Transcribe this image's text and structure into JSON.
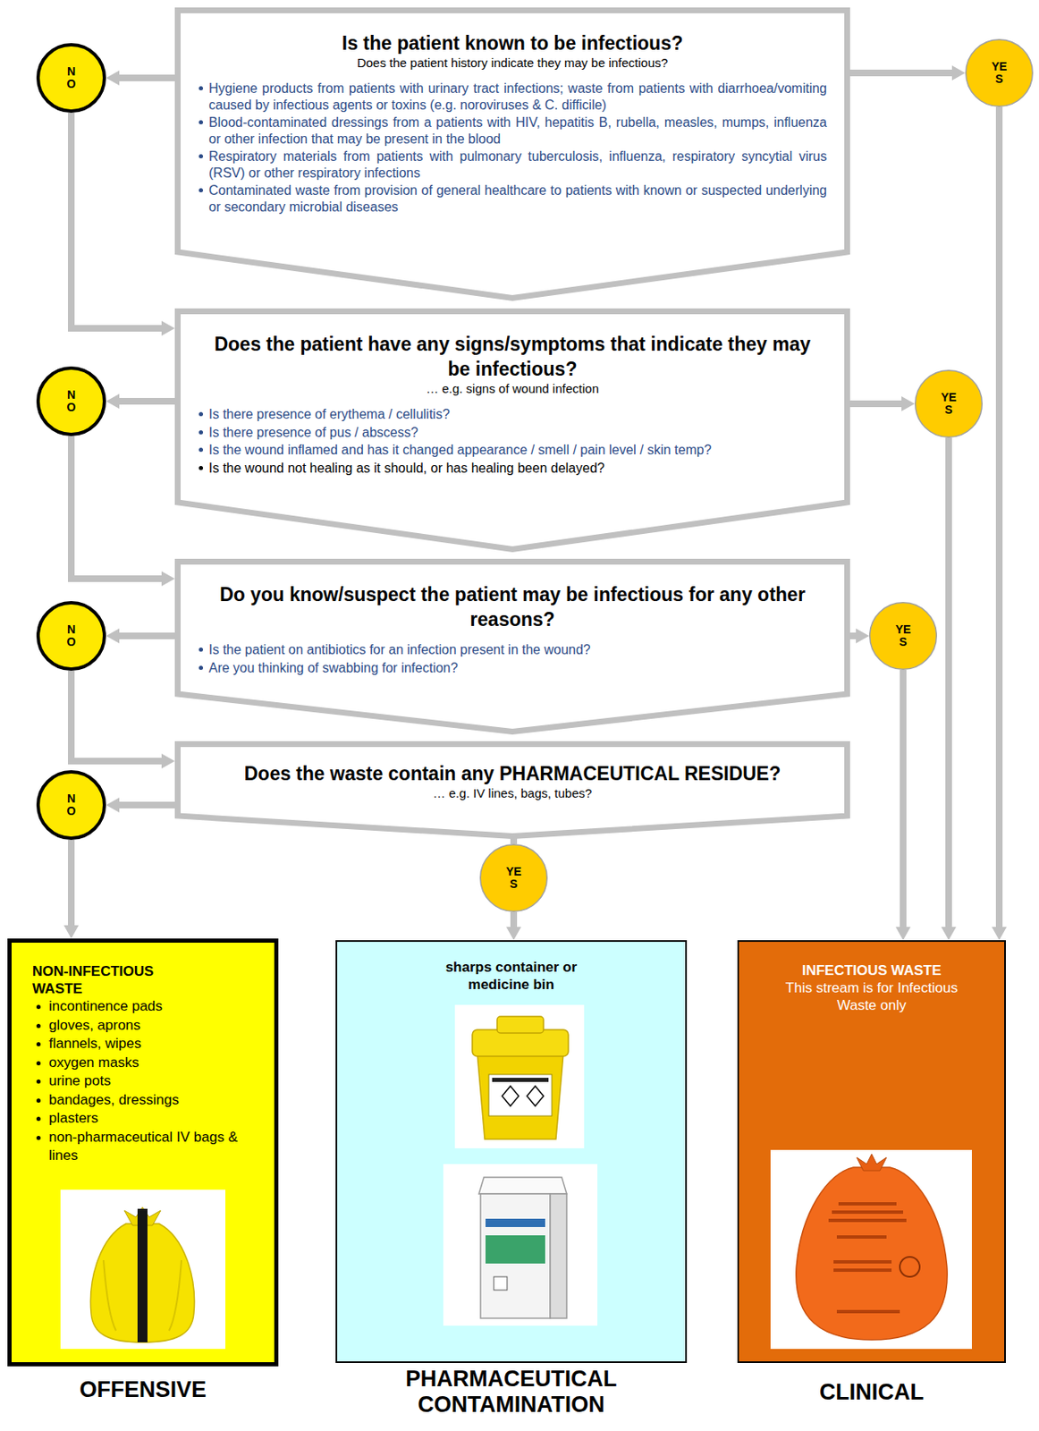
{
  "diagram": {
    "nodes": [
      {
        "text": [
          "Is the patient known to be infectious?",
          "Does the patient history indicate they may be infectious?",
          "Hygiene products from patients with urinary tract infections; waste from patients with diarrhoea/vomiting caused by infectious agents or toxins (e.g. noroviruses & C. difficile)",
          "Blood-contaminated dressings from a patients with HIV, hepatitis B, rubella, measles, mumps, influenza or other infection that may be present in the blood",
          "Respiratory materials from patients with pulmonary tuberculosis, influenza, respiratory syncytial virus (RSV) or other respiratory infections",
          "Contaminated waste from provision of general healthcare to patients with known or suspected underlying or secondary microbial diseases"
        ]
      },
      {
        "text": [
          "NO"
        ]
      },
      {
        "text": [
          "YES"
        ]
      },
      {
        "text": [
          "Does the patient have any signs/symptoms that indicate they may be infectious?",
          "… e.g. signs of wound infection",
          "Is there presence of erythema / cellulitis?",
          "Is there presence of pus / abscess?",
          "Is the wound inflamed and has it changed appearance / smell / pain level / skin temp?",
          "Is the wound not healing as it should, or has healing been delayed?"
        ]
      },
      {
        "text": [
          "NO"
        ]
      },
      {
        "text": [
          "YES"
        ]
      },
      {
        "text": [
          "Do you know/suspect the patient may be infectious for any other reasons?",
          "Is the patient on antibiotics for an infection present in the wound?",
          "Are you thinking of swabbing for infection?"
        ]
      },
      {
        "text": [
          "NO"
        ]
      },
      {
        "text": [
          "YES"
        ]
      },
      {
        "text": [
          "Does the waste contain any PHARMACEUTICAL RESIDUE?",
          "… e.g. IV lines, bags, tubes?"
        ]
      },
      {
        "text": [
          "NO"
        ]
      },
      {
        "text": [
          "YES"
        ]
      },
      {
        "text": [
          "NON-INFECTIOUS WASTE",
          "incontinence pads",
          "gloves, aprons",
          "flannels, wipes",
          "oxygen masks",
          "urine pots",
          "bandages, dressings",
          "plasters",
          "non-pharmaceutical IV bags & lines",
          "OFFENSIVE"
        ]
      },
      {
        "text": [
          "sharps container or medicine bin",
          "PHARMACEUTICAL CONTAMINATION"
        ]
      },
      {
        "text": [
          "INFECTIOUS WASTE",
          "This stream is for Infectious Waste only",
          "CLINICAL"
        ]
      }
    ],
    "edges": [
      {
        "from": 0,
        "to": 1,
        "arrow": "to"
      },
      {
        "from": 1,
        "to": 3,
        "arrow": "to"
      },
      {
        "from": 0,
        "to": 2,
        "arrow": "to"
      },
      {
        "from": 2,
        "to": 14,
        "arrow": "to"
      },
      {
        "from": 3,
        "to": 4,
        "arrow": "to"
      },
      {
        "from": 4,
        "to": 6,
        "arrow": "to"
      },
      {
        "from": 3,
        "to": 5,
        "arrow": "to"
      },
      {
        "from": 5,
        "to": 14,
        "arrow": "to"
      },
      {
        "from": 6,
        "to": 7,
        "arrow": "to"
      },
      {
        "from": 7,
        "to": 9,
        "arrow": "to"
      },
      {
        "from": 6,
        "to": 8,
        "arrow": "to"
      },
      {
        "from": 8,
        "to": 14,
        "arrow": "to"
      },
      {
        "from": 9,
        "to": 10,
        "arrow": "to"
      },
      {
        "from": 10,
        "to": 12,
        "arrow": "to"
      },
      {
        "from": 9,
        "to": 11,
        "arrow": "none"
      },
      {
        "from": 11,
        "to": 13,
        "arrow": "to"
      }
    ]
  }
}
